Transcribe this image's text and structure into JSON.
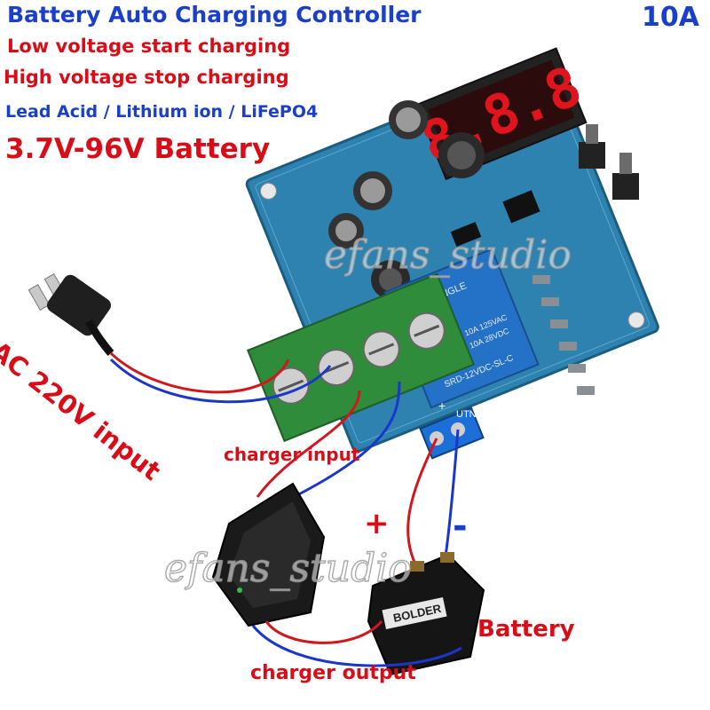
{
  "title": "Battery Auto Charging Controller",
  "badge": "10A",
  "features": [
    "Low voltage start charging",
    "High voltage stop charging",
    "Lead Acid / Lithium ion / LiFePO4",
    "3.7V-96V Battery"
  ],
  "labels": {
    "ac_input": "AC 220V input",
    "charger_input": "charger input",
    "plus": "+",
    "minus": "-",
    "battery": "Battery",
    "charger_output": "charger output"
  },
  "watermark": "efans_studio",
  "display_digits": "8.8.8",
  "board_marks": {
    "relay_brand": "SONGLE",
    "relay_model": "SRD-12VDC-SL-C",
    "relay_spec": "10A 250VAC 10A 125VAC",
    "relay_spec2": "10A 30VDC 10A 28VDC",
    "terminal_plus": "+",
    "terminal_label": "UTN",
    "battery_brand": "BOLDER"
  },
  "colors": {
    "heading_blue": "#1a3fc8",
    "heading_red": "#d80d17",
    "pcb_blue": "#2d82b0",
    "wire_red": "#d2161d",
    "wire_blue": "#1b36c8"
  }
}
